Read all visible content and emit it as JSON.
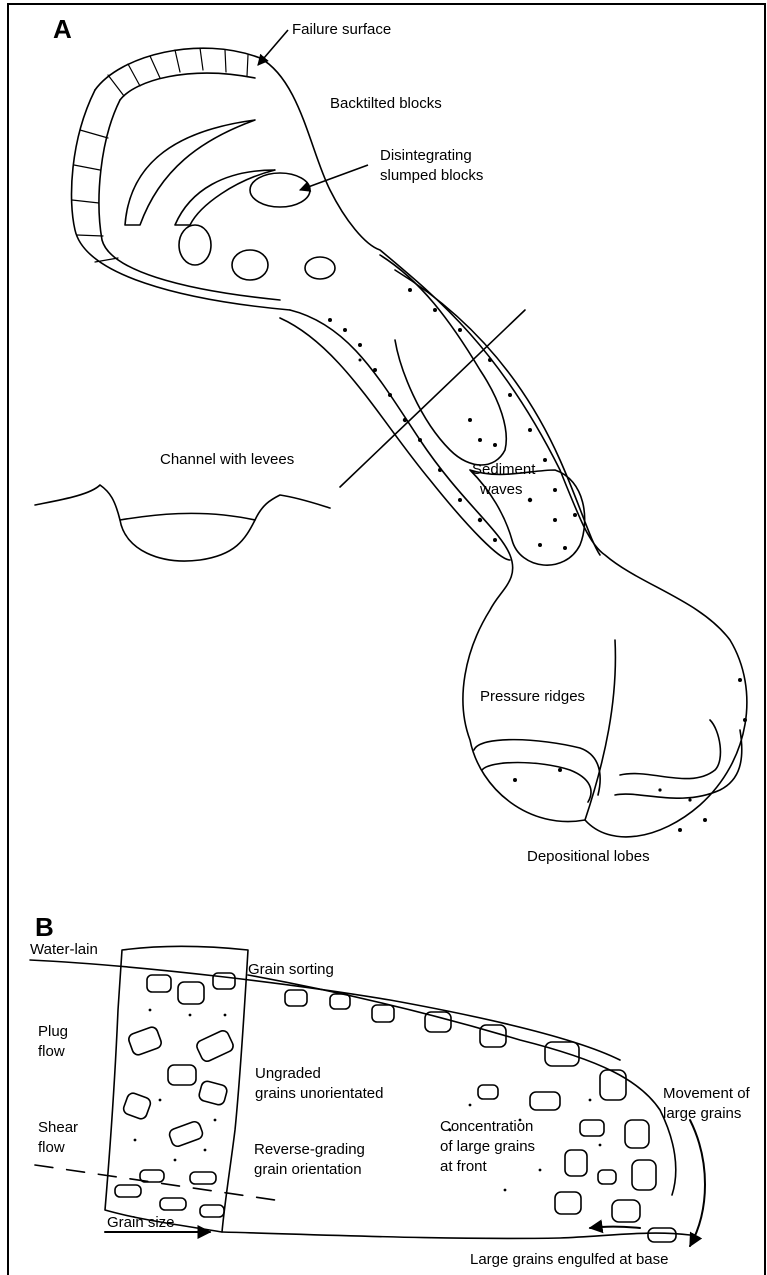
{
  "panel_a": {
    "letter": "A",
    "labels": {
      "failure_surface": "Failure surface",
      "backtilted_blocks": "Backtilted blocks",
      "disintegrating_1": "Disintegrating",
      "disintegrating_2": "slumped blocks",
      "channel_levees": "Channel with levees",
      "sediment_1": "Sediment",
      "sediment_2": "waves",
      "pressure_ridges": "Pressure ridges",
      "depositional_lobes": "Depositional lobes"
    }
  },
  "panel_b": {
    "letter": "B",
    "labels": {
      "water_lain": "Water-lain",
      "grain_sorting": "Grain sorting",
      "plug_1": "Plug",
      "plug_2": "flow",
      "ungraded_1": "Ungraded",
      "ungraded_2": "grains unorientated",
      "movement_1": "Movement of",
      "movement_2": "large grains",
      "shear_1": "Shear",
      "shear_2": "flow",
      "concentration_1": "Concentration",
      "concentration_2": "of large grains",
      "concentration_3": "at front",
      "reverse_1": "Reverse-grading",
      "reverse_2": "grain orientation",
      "grain_size": "Grain size",
      "engulfed": "Large grains engulfed at base"
    }
  }
}
